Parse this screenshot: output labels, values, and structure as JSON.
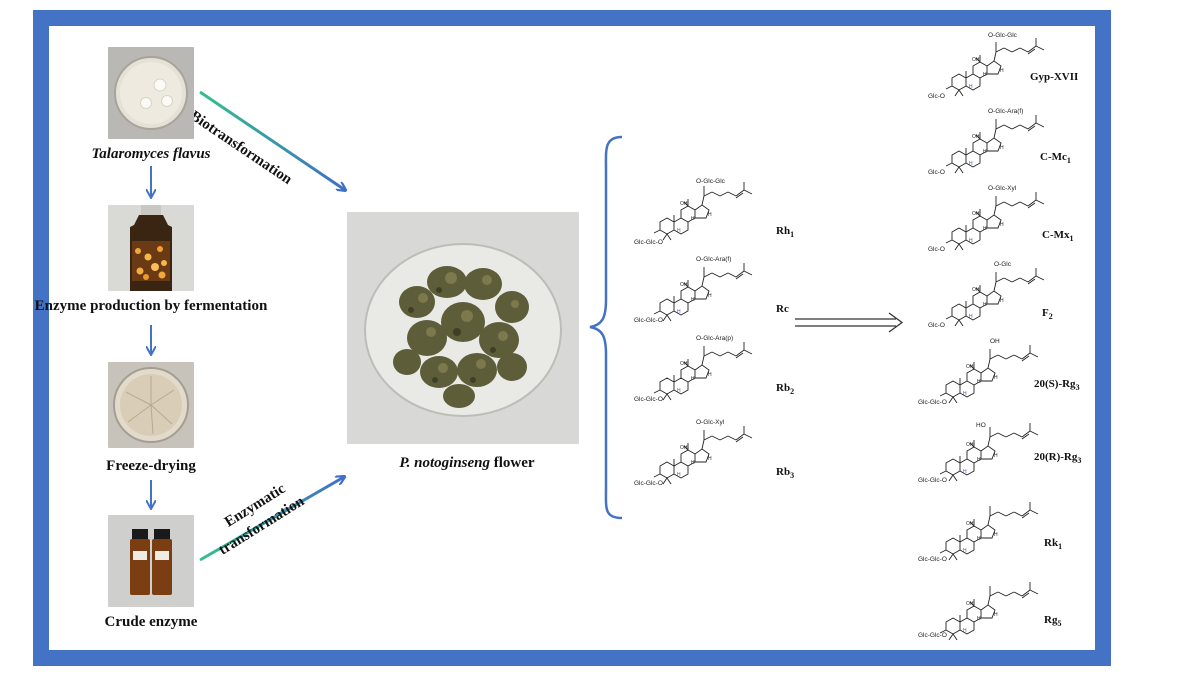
{
  "colors": {
    "frame": "#4472c4",
    "arrow": "#4472c4",
    "gradient_start": "#33c08a",
    "gradient_end": "#3f6fc8"
  },
  "process": {
    "organism": "Talaromyces flavus",
    "fermentation": "Enzyme production by fermentation",
    "freeze_drying": "Freeze-drying",
    "crude_enzyme": "Crude enzyme",
    "biotransformation": "Biotransformation",
    "enzymatic_line1": "Enzymatic",
    "enzymatic_line2": "transformation",
    "flower_species": "P. notoginseng",
    "flower_word": " flower"
  },
  "substrates": [
    {
      "sugar": "O-Glc-Glc",
      "r3": "Glc-Glc-O",
      "name": "Rh",
      "sub": "1"
    },
    {
      "sugar": "O-Glc-Ara(f)",
      "r3": "Glc-Glc-O",
      "name": "Rc",
      "sub": ""
    },
    {
      "sugar": "O-Glc-Ara(p)",
      "r3": "Glc-Glc-O",
      "name": "Rb",
      "sub": "2"
    },
    {
      "sugar": "O-Glc-Xyl",
      "r3": "Glc-Glc-O",
      "name": "Rb",
      "sub": "3"
    }
  ],
  "products": [
    {
      "sugar": "O-Glc-Glc",
      "r3": "Glc-O",
      "name": "Gyp-XVII",
      "sub": ""
    },
    {
      "sugar": "O-Glc-Ara(f)",
      "r3": "Glc-O",
      "name": "C-Mc",
      "sub": "1"
    },
    {
      "sugar": "O-Glc-Xyl",
      "r3": "Glc-O",
      "name": "C-Mx",
      "sub": "1"
    },
    {
      "sugar": "O-Glc",
      "r3": "Glc-O",
      "name": "F",
      "sub": "2"
    },
    {
      "sugar": "OH",
      "r3": "Glc-Glc-O",
      "name": "20(S)-Rg",
      "sub": "3"
    },
    {
      "sugar": "HO",
      "r3": "Glc-Glc-O",
      "name": "20(R)-Rg",
      "sub": "3"
    },
    {
      "sugar": "",
      "r3": "Glc-Glc-O",
      "name": "Rk",
      "sub": "1"
    },
    {
      "sugar": "",
      "r3": "Glc-Glc-O",
      "name": "Rg",
      "sub": "5"
    }
  ],
  "icons": [
    "petri-dish-icon",
    "fermentation-bottle-icon",
    "freeze-dried-dish-icon",
    "crude-enzyme-vials-icon",
    "flower-bowl-icon"
  ]
}
